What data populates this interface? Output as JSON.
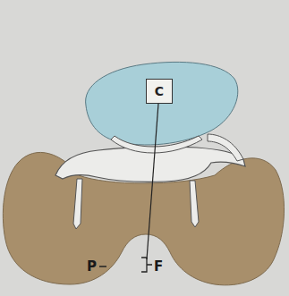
{
  "diagram": {
    "nodes": [
      {
        "text": [
          "C"
        ]
      }
    ],
    "labels": [
      "P",
      "F"
    ]
  }
}
